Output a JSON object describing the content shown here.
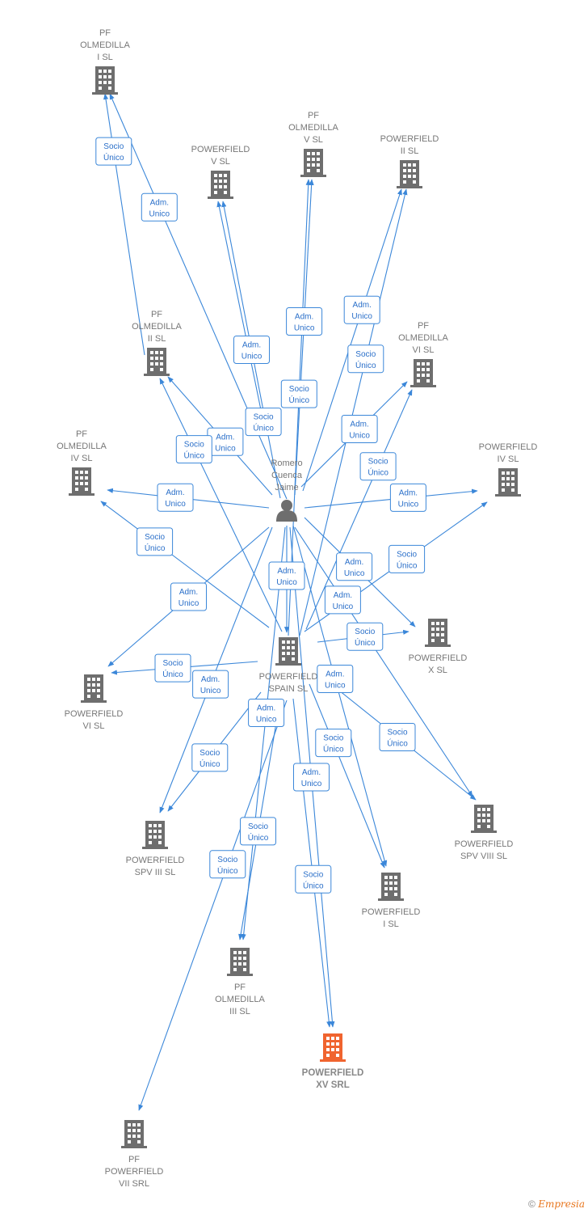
{
  "colors": {
    "edge": "#3b87d9",
    "node": "#6e6e6e",
    "focus_node": "#f0642f",
    "label_text": "#2a6fc9",
    "label_border": "#3b87d9",
    "node_text": "#777777"
  },
  "nodes": [
    {
      "id": "person",
      "type": "person",
      "lines": [
        "Romero",
        "Cuenca",
        "Jaime"
      ]
    },
    {
      "id": "spain",
      "type": "company",
      "lines": [
        "POWERFIELD",
        "SPAIN  SL"
      ]
    },
    {
      "id": "pf_olm_1",
      "type": "company",
      "lines": [
        "PF",
        "OLMEDILLA",
        "I  SL"
      ]
    },
    {
      "id": "pf_olm_5",
      "type": "company",
      "lines": [
        "PF",
        "OLMEDILLA",
        "V  SL"
      ]
    },
    {
      "id": "pw_5",
      "type": "company",
      "lines": [
        "POWERFIELD",
        "V  SL"
      ]
    },
    {
      "id": "pw_2",
      "type": "company",
      "lines": [
        "POWERFIELD",
        "II  SL"
      ]
    },
    {
      "id": "pf_olm_2",
      "type": "company",
      "lines": [
        "PF",
        "OLMEDILLA",
        "II  SL"
      ]
    },
    {
      "id": "pf_olm_6",
      "type": "company",
      "lines": [
        "PF",
        "OLMEDILLA",
        "VI  SL"
      ]
    },
    {
      "id": "pf_olm_4",
      "type": "company",
      "lines": [
        "PF",
        "OLMEDILLA",
        "IV  SL"
      ]
    },
    {
      "id": "pw_4",
      "type": "company",
      "lines": [
        "POWERFIELD",
        "IV  SL"
      ]
    },
    {
      "id": "pw_10",
      "type": "company",
      "lines": [
        "POWERFIELD",
        "X  SL"
      ]
    },
    {
      "id": "pw_6",
      "type": "company",
      "lines": [
        "POWERFIELD",
        "VI  SL"
      ]
    },
    {
      "id": "pw_spv8",
      "type": "company",
      "lines": [
        "POWERFIELD",
        "SPV VIII  SL"
      ]
    },
    {
      "id": "pw_spv3",
      "type": "company",
      "lines": [
        "POWERFIELD",
        "SPV III  SL"
      ]
    },
    {
      "id": "pw_1",
      "type": "company",
      "lines": [
        "POWERFIELD",
        "I  SL"
      ]
    },
    {
      "id": "pf_olm_3",
      "type": "company",
      "lines": [
        "PF",
        "OLMEDILLA",
        "III  SL"
      ]
    },
    {
      "id": "pw_15",
      "type": "company",
      "focus": true,
      "lines": [
        "POWERFIELD",
        "XV SRL"
      ]
    },
    {
      "id": "pf_pw_7",
      "type": "company",
      "lines": [
        "PF",
        "POWERFIELD",
        "VII SRL"
      ]
    }
  ],
  "edges": [
    {
      "from": "person",
      "to": "pf_olm_1",
      "label": [
        "Adm.",
        "Unico"
      ]
    },
    {
      "from": "spain",
      "to": "pf_olm_1",
      "label": [
        "Socio",
        "Único"
      ]
    },
    {
      "from": "person",
      "to": "pw_5",
      "label": [
        "Adm.",
        "Unico"
      ]
    },
    {
      "from": "spain",
      "to": "pw_5",
      "label": [
        "Socio",
        "Único"
      ]
    },
    {
      "from": "person",
      "to": "pf_olm_5",
      "label": [
        "Adm.",
        "Unico"
      ]
    },
    {
      "from": "spain",
      "to": "pf_olm_5",
      "label": [
        "Socio",
        "Único"
      ]
    },
    {
      "from": "person",
      "to": "pw_2",
      "label": [
        "Adm.",
        "Unico"
      ]
    },
    {
      "from": "spain",
      "to": "pw_2",
      "label": [
        "Socio",
        "Único"
      ]
    },
    {
      "from": "person",
      "to": "pf_olm_2",
      "label": [
        "Adm.",
        "Unico"
      ]
    },
    {
      "from": "spain",
      "to": "pf_olm_2",
      "label": [
        "Socio",
        "Único"
      ]
    },
    {
      "from": "person",
      "to": "pf_olm_6",
      "label": [
        "Adm.",
        "Unico"
      ]
    },
    {
      "from": "spain",
      "to": "pf_olm_6",
      "label": [
        "Socio",
        "Único"
      ]
    },
    {
      "from": "person",
      "to": "pf_olm_4",
      "label": [
        "Adm.",
        "Unico"
      ]
    },
    {
      "from": "spain",
      "to": "pf_olm_4",
      "label": [
        "Socio",
        "Único"
      ]
    },
    {
      "from": "person",
      "to": "pw_4",
      "label": [
        "Adm.",
        "Unico"
      ]
    },
    {
      "from": "spain",
      "to": "pw_4",
      "label": [
        "Socio",
        "Único"
      ]
    },
    {
      "from": "person",
      "to": "pw_10",
      "label": [
        "Adm.",
        "Unico"
      ]
    },
    {
      "from": "spain",
      "to": "pw_10",
      "label": [
        "Socio",
        "Único"
      ]
    },
    {
      "from": "person",
      "to": "pw_6",
      "label": [
        "Adm.",
        "Unico"
      ]
    },
    {
      "from": "spain",
      "to": "pw_6",
      "label": [
        "Socio",
        "Único"
      ]
    },
    {
      "from": "person",
      "to": "spain",
      "label": [
        "Adm.",
        "Unico"
      ]
    },
    {
      "from": "person",
      "to": "pw_spv8",
      "label": [
        "Adm.",
        "Unico"
      ]
    },
    {
      "from": "spain",
      "to": "pw_spv8",
      "label": [
        "Socio",
        "Único"
      ]
    },
    {
      "from": "person",
      "to": "pw_spv3",
      "label": [
        "Adm.",
        "Unico"
      ]
    },
    {
      "from": "spain",
      "to": "pw_spv3",
      "label": [
        "Socio",
        "Único"
      ]
    },
    {
      "from": "person",
      "to": "pw_1",
      "label": [
        "Adm.",
        "Unico"
      ]
    },
    {
      "from": "spain",
      "to": "pw_1",
      "label": [
        "Socio",
        "Único"
      ]
    },
    {
      "from": "person",
      "to": "pf_olm_3",
      "label": [
        "Adm.",
        "Unico"
      ]
    },
    {
      "from": "spain",
      "to": "pf_olm_3",
      "label": [
        "Socio",
        "Único"
      ]
    },
    {
      "from": "person",
      "to": "pw_15",
      "label": [
        "Adm.",
        "Unico"
      ]
    },
    {
      "from": "spain",
      "to": "pw_15",
      "label": [
        "Socio",
        "Único"
      ]
    },
    {
      "from": "spain",
      "to": "pf_pw_7",
      "label": [
        "Socio",
        "Único"
      ]
    }
  ],
  "footer": {
    "copyright": "©",
    "brand": "Empresia"
  }
}
